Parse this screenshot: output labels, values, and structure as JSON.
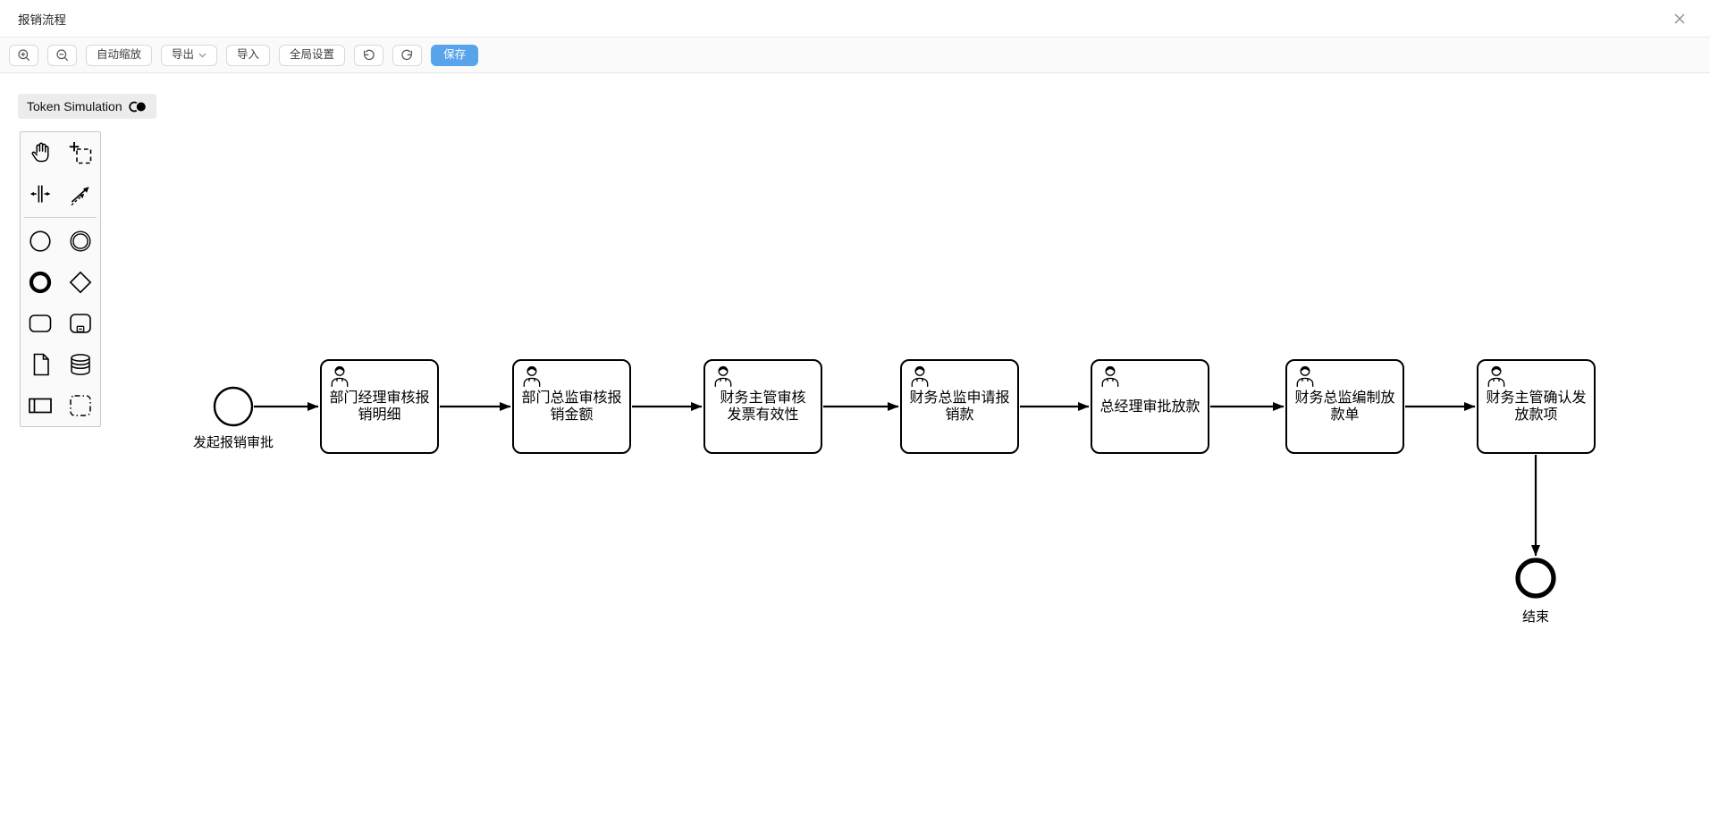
{
  "window": {
    "title": "报销流程"
  },
  "colors": {
    "accent": "#58a4ea",
    "stroke": "#000000",
    "toolbar_bg": "#fafafa",
    "palette_bg": "#fafafa"
  },
  "toolbar": {
    "zoom_in_icon": "magnifier-plus",
    "zoom_out_icon": "magnifier-minus",
    "auto_zoom_label": "自动缩放",
    "export_label": "导出",
    "import_label": "导入",
    "global_settings_label": "全局设置",
    "undo_icon": "undo-arrow",
    "redo_icon": "redo-arrow",
    "save_label": "保存"
  },
  "token_simulation": {
    "label": "Token Simulation",
    "icon": "token-toggle"
  },
  "palette": {
    "items": [
      {
        "name": "hand-tool"
      },
      {
        "name": "lasso-tool"
      },
      {
        "name": "space-tool"
      },
      {
        "name": "global-connect-tool"
      },
      {
        "name": "create-start-event"
      },
      {
        "name": "create-intermediate-event"
      },
      {
        "name": "create-end-event"
      },
      {
        "name": "create-gateway"
      },
      {
        "name": "create-task"
      },
      {
        "name": "create-subprocess"
      },
      {
        "name": "create-data-object"
      },
      {
        "name": "create-data-store"
      },
      {
        "name": "create-participant"
      },
      {
        "name": "create-group"
      }
    ]
  },
  "diagram": {
    "start_event": {
      "label": "发起报销审批"
    },
    "tasks": [
      {
        "label": "部门经理审核报\n销明细"
      },
      {
        "label": "部门总监审核报\n销金额"
      },
      {
        "label": "财务主管审核\n发票有效性"
      },
      {
        "label": "财务总监申请报\n销款"
      },
      {
        "label": "总经理审批放款"
      },
      {
        "label": "财务总监编制放\n款单"
      },
      {
        "label": "财务主管确认发\n放款项"
      }
    ],
    "end_event": {
      "label": "结束"
    }
  }
}
